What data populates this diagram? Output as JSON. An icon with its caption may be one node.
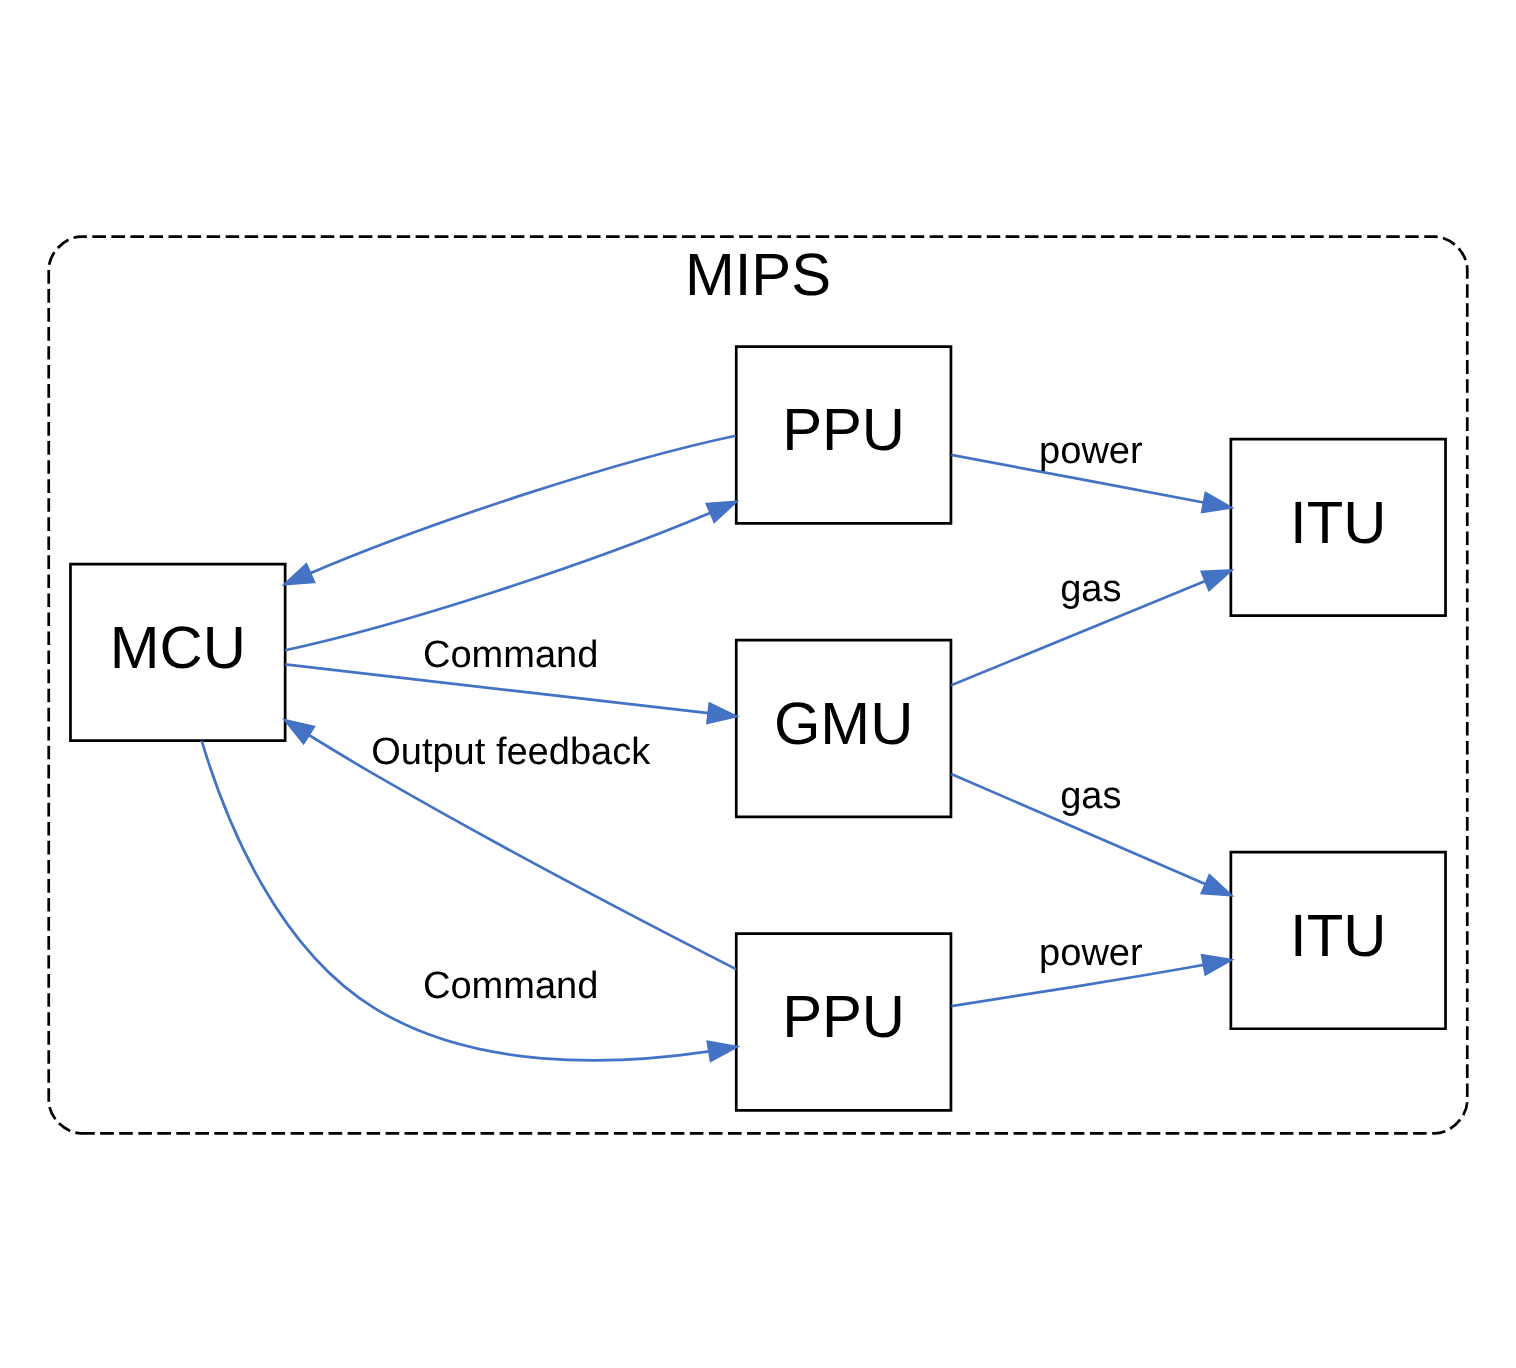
{
  "diagram": {
    "nodes": [
      {
        "text": [
          "MIPS"
        ]
      },
      {
        "text": [
          "MCU"
        ],
        "in": 0
      },
      {
        "text": [
          "GMU"
        ],
        "in": 0
      },
      {
        "text": [
          "PPU"
        ],
        "in": 0
      },
      {
        "text": [
          "PPU"
        ],
        "in": 0
      },
      {
        "text": [
          "ITU"
        ],
        "in": 0
      },
      {
        "text": [
          "ITU"
        ],
        "in": 0
      }
    ],
    "edges": [
      {
        "from": 1,
        "to": 2,
        "arrow": "to",
        "label": "Command"
      },
      {
        "from": 1,
        "to": 3,
        "arrow": "to",
        "label": "Command"
      },
      {
        "from": 1,
        "to": 4,
        "arrow": "to"
      },
      {
        "from": 3,
        "to": 1,
        "arrow": "to",
        "label": "Output feedback"
      },
      {
        "from": 4,
        "to": 1,
        "arrow": "to"
      },
      {
        "from": 3,
        "to": 5,
        "arrow": "to",
        "label": "power"
      },
      {
        "from": 2,
        "to": 5,
        "arrow": "to",
        "label": "gas"
      },
      {
        "from": 4,
        "to": 6,
        "arrow": "to",
        "label": "power"
      },
      {
        "from": 2,
        "to": 6,
        "arrow": "to",
        "label": "gas"
      }
    ]
  }
}
